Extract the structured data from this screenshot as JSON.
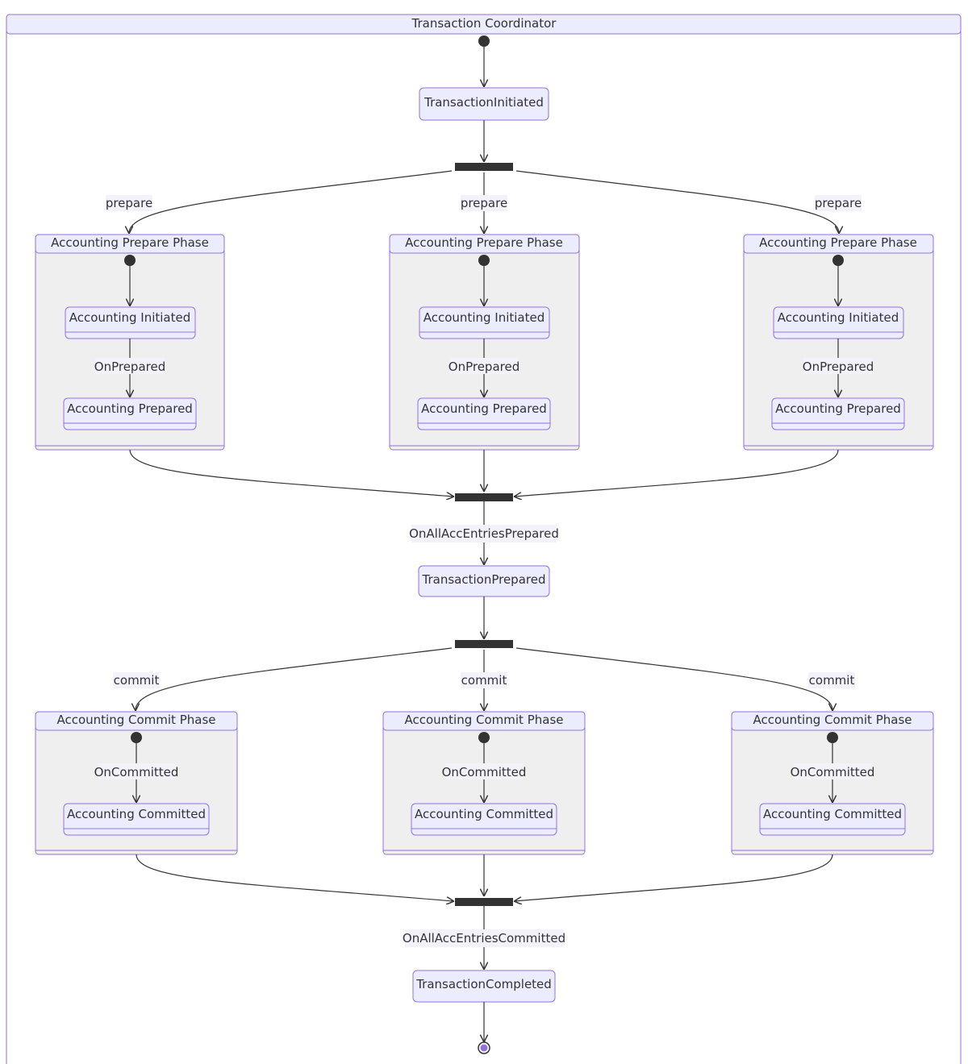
{
  "diagram": {
    "title": "Transaction Coordinator",
    "colors": {
      "state_fill": "#ECECFF",
      "state_stroke": "#9370DB",
      "composite_fill": "#EFEFEF",
      "line": "#333333",
      "end_fill": "#9370DB"
    },
    "states": {
      "initiated": "TransactionInitiated",
      "prepared": "TransactionPrepared",
      "completed": "TransactionCompleted"
    },
    "prepare_phases": [
      {
        "title": "Accounting Prepare Phase",
        "initiated": "Accounting Initiated",
        "transition": "OnPrepared",
        "prepared": "Accounting Prepared",
        "entry_label": "prepare"
      },
      {
        "title": "Accounting Prepare Phase",
        "initiated": "Accounting Initiated",
        "transition": "OnPrepared",
        "prepared": "Accounting Prepared",
        "entry_label": "prepare"
      },
      {
        "title": "Accounting Prepare Phase",
        "initiated": "Accounting Initiated",
        "transition": "OnPrepared",
        "prepared": "Accounting Prepared",
        "entry_label": "prepare"
      }
    ],
    "commit_phases": [
      {
        "title": "Accounting Commit Phase",
        "transition": "OnCommitted",
        "committed": "Accounting Committed",
        "entry_label": "commit"
      },
      {
        "title": "Accounting Commit Phase",
        "transition": "OnCommitted",
        "committed": "Accounting Committed",
        "entry_label": "commit"
      },
      {
        "title": "Accounting Commit Phase",
        "transition": "OnCommitted",
        "committed": "Accounting Committed",
        "entry_label": "commit"
      }
    ],
    "join_labels": {
      "all_prepared": "OnAllAccEntriesPrepared",
      "all_committed": "OnAllAccEntriesCommitted"
    }
  }
}
